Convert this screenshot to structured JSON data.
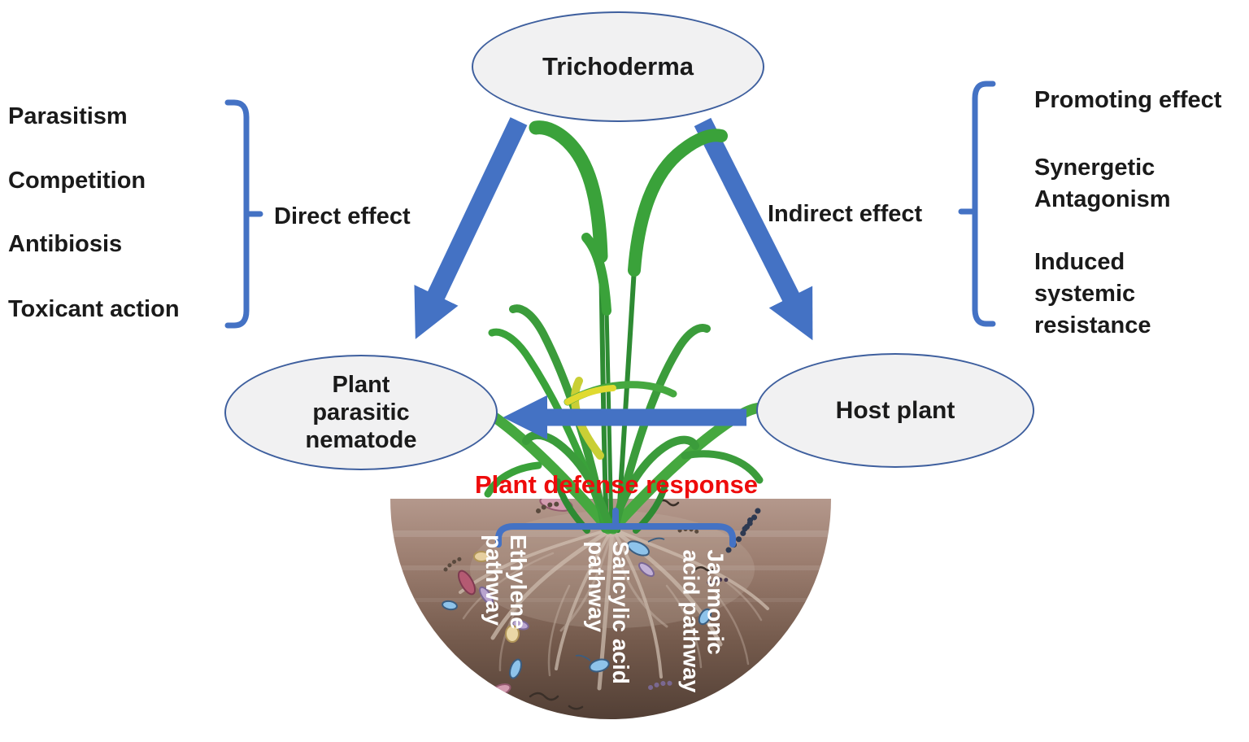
{
  "figure": {
    "nodes": {
      "trichoderma": {
        "label": "Trichoderma"
      },
      "nematode": {
        "label": "Plant parasitic nematode"
      },
      "host": {
        "label": "Host plant"
      }
    },
    "left_panel": {
      "items": [
        "Parasitism",
        "Competition",
        "Antibiosis",
        "Toxicant action"
      ],
      "bracket_label": "Direct effect"
    },
    "right_panel": {
      "items_lines": [
        [
          "Promoting effect"
        ],
        [
          "Synergetic",
          "Antagonism"
        ],
        [
          "Induced",
          "systemic",
          "resistance"
        ]
      ],
      "bracket_label": "Indirect effect"
    },
    "defense": {
      "title": "Plant defense response",
      "pathways": [
        [
          "Ethylene",
          "pathway"
        ],
        [
          "Salicylic acid",
          "pathway"
        ],
        [
          "Jasmonic",
          "acid pathway"
        ]
      ]
    }
  },
  "colors": {
    "accent_blue": "#4472c4",
    "node_border": "#3e5f9e",
    "node_fill": "#f1f1f2",
    "text_dark": "#1a1a1a",
    "defense_red": "#ee0c0c",
    "pathway_white": "#ffffff",
    "leaf_main": "#3aa23a",
    "leaf_yellow": "#c9cf35",
    "root_color": "#d9cabc",
    "soil_top": "#b4988c",
    "soil_mid": "#9a7c6e",
    "soil_deep": "#745a4c",
    "soil_bottom": "#523f35"
  }
}
